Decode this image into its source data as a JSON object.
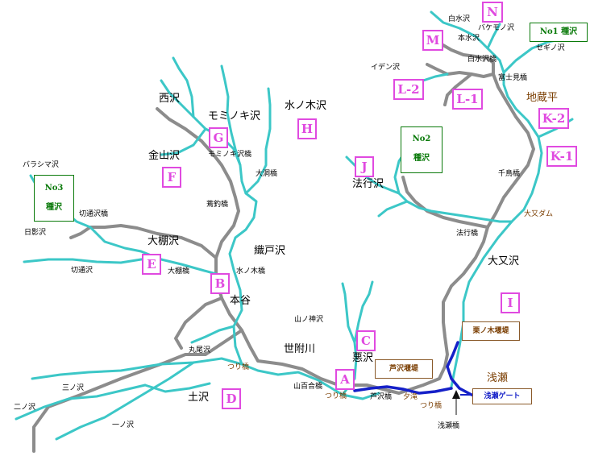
{
  "zones": {
    "A": "A",
    "B": "B",
    "C": "C",
    "D": "D",
    "E": "E",
    "F": "F",
    "G": "G",
    "H": "H",
    "I": "I",
    "J": "J",
    "K1": "K-1",
    "K2": "K-2",
    "L1": "L-1",
    "L2": "L-2",
    "M": "M",
    "N": "N"
  },
  "sanctuaries": {
    "no1": "No1 種沢",
    "no2_line1": "No2",
    "no2_line2": "種沢",
    "no3_line1": "No3",
    "no3_line2": "種沢"
  },
  "dams": {
    "kurinoki": "栗ノ木堰堤",
    "ashizawa": "芦沢堰堤",
    "gate": "浅瀬ゲート"
  },
  "streams": {
    "shiramizu": "白水沢",
    "bakemono": "バケモノ沢",
    "motomizu": "本水沢",
    "sekino": "セギノ沢",
    "ideno": "イデン沢",
    "nishi": "西沢",
    "mominoki": "モミノキ沢",
    "mizunoki": "水ノ木沢",
    "kanayama": "金山沢",
    "barashima": "バラシマ沢",
    "kiridori": "切通沢",
    "hikage": "日影沢",
    "ootana": "大棚沢",
    "orito": "織戸沢",
    "houkou": "法行沢",
    "oomata": "大又沢",
    "hongoku": "本谷",
    "yamanokami": "山ノ神沢",
    "maruo": "丸尾沢",
    "sebetsu": "世附川",
    "akuzawa": "悪沢",
    "tsuchizawa": "土沢",
    "sannozawa": "三ノ沢",
    "ninozawa": "二ノ沢",
    "ichinozawa": "一ノ沢",
    "kiridori2": "切通沢"
  },
  "bridges": {
    "shiramizu": "白水沢橋",
    "fujimi": "富士見橋",
    "chidori": "千鳥橋",
    "houkou": "法行橋",
    "mominoki": "モミノキ沢橋",
    "oobora": "大洞橋",
    "tsuri": "蔫釣橋",
    "kiridori": "切通沢橋",
    "ootana": "大棚橋",
    "mizunoki": "水ノ木橋",
    "yamayuri": "山百合橋",
    "ashizawa": "芦沢橋",
    "asase": "浅瀬橋"
  },
  "places": {
    "jizoudaira": "地蔵平",
    "asase": "浅瀬",
    "oomata_dam": "大又ダム"
  },
  "fishing": {
    "tsuri_1": "つり橋",
    "tsuri_2": "つり橋",
    "tsuri_3": "つり橋",
    "yudaki": "夕滝"
  }
}
